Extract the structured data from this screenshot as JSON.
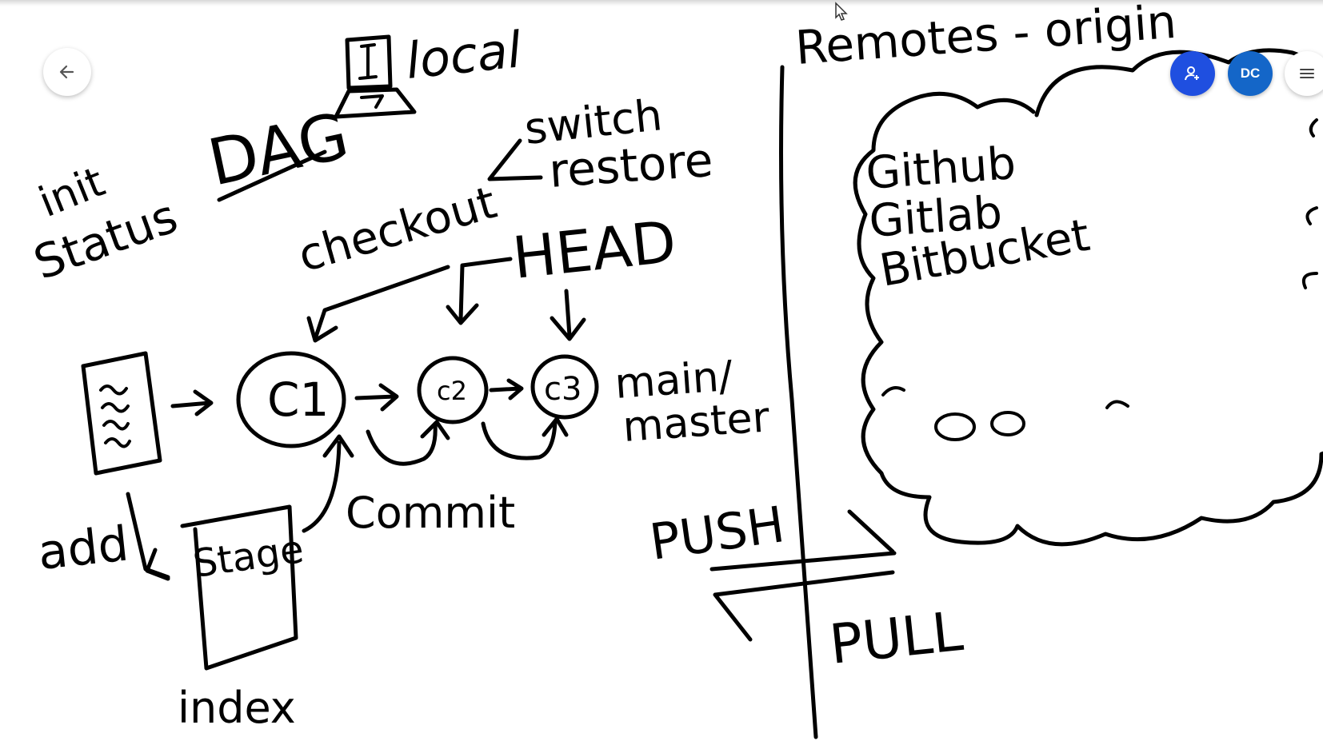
{
  "toolbar": {
    "back_icon": "arrow-left-icon",
    "invite_icon": "person-add-icon",
    "avatar_initials": "DC",
    "menu_icon": "hamburger-menu-icon",
    "accent_color": "#1f4fe0",
    "avatar_color": "#1466c8"
  },
  "whiteboard": {
    "local_label": "local",
    "dag_label": "DAG",
    "init_label": "init",
    "status_label": "Status",
    "switch_label": "switch",
    "restore_label": "restore",
    "checkout_label": "checkout",
    "head_label": "HEAD",
    "c1_label": "C1",
    "c2_label": "c2",
    "c3_label": "c3",
    "main_label": "main/",
    "master_label": "master",
    "add_label": "add",
    "stage_label": "Stage",
    "commit_label": "Commit",
    "index_label": "index",
    "push_label": "PUSH",
    "pull_label": "PULL",
    "remotes_label": "Remotes - origin",
    "remote_hosts": [
      "Github",
      "Gitlab",
      "Bitbucket"
    ]
  }
}
